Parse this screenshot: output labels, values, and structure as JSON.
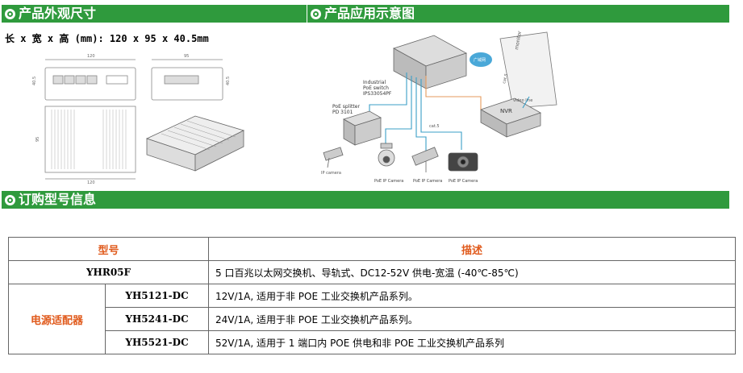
{
  "sections": {
    "dimensions": "产品外观尺寸",
    "application": "产品应用示意图",
    "ordering": "订购型号信息"
  },
  "dimensions_text": "长 x 宽 x 高 (mm): 120 x 95 x 40.5mm",
  "drawing_labels": {
    "top_width": "120",
    "top_depth": "95",
    "height_left": "40.5",
    "height_right": "40.5",
    "side_dim": "95",
    "bottom_dim": "120"
  },
  "diagram": {
    "switch_label": [
      "Industrial",
      "PoE switch",
      "IPS33054PF"
    ],
    "splitter_label": [
      "PoE splitter",
      "PD 3101"
    ],
    "ip_camera": "IP camera",
    "cat5": "cat.5",
    "cat5_right": "cat.5",
    "video_line": "video line",
    "nvr": "NVR",
    "monitor": "monitor",
    "cloud": "广域网",
    "cam_labels": [
      "PoE IP Camera",
      "PoE IP Camera",
      "PoE IP Camera"
    ]
  },
  "table": {
    "headers": [
      "型号",
      "描述"
    ],
    "main_model": "YHR05F",
    "main_desc": "5 口百兆以太网交换机、导轨式、DC12-52V 供电-宽温 (-40℃-85℃)",
    "group_label": "电源适配器",
    "adapters": [
      {
        "model": "YH5121-DC",
        "desc": "12V/1A, 适用于非 POE 工业交换机产品系列。"
      },
      {
        "model": "YH5241-DC",
        "desc": "24V/1A, 适用于非 POE 工业交换机产品系列。"
      },
      {
        "model": "YH5521-DC",
        "desc": "52V/1A, 适用于 1 端口内 POE 供电和非 POE 工业交换机产品系列"
      }
    ]
  },
  "colors": {
    "bar": "#2f9a3d",
    "header_text": "#e05a1c",
    "diagram_line": "#3b9fc7",
    "diagram_orange": "#e59a5c"
  }
}
